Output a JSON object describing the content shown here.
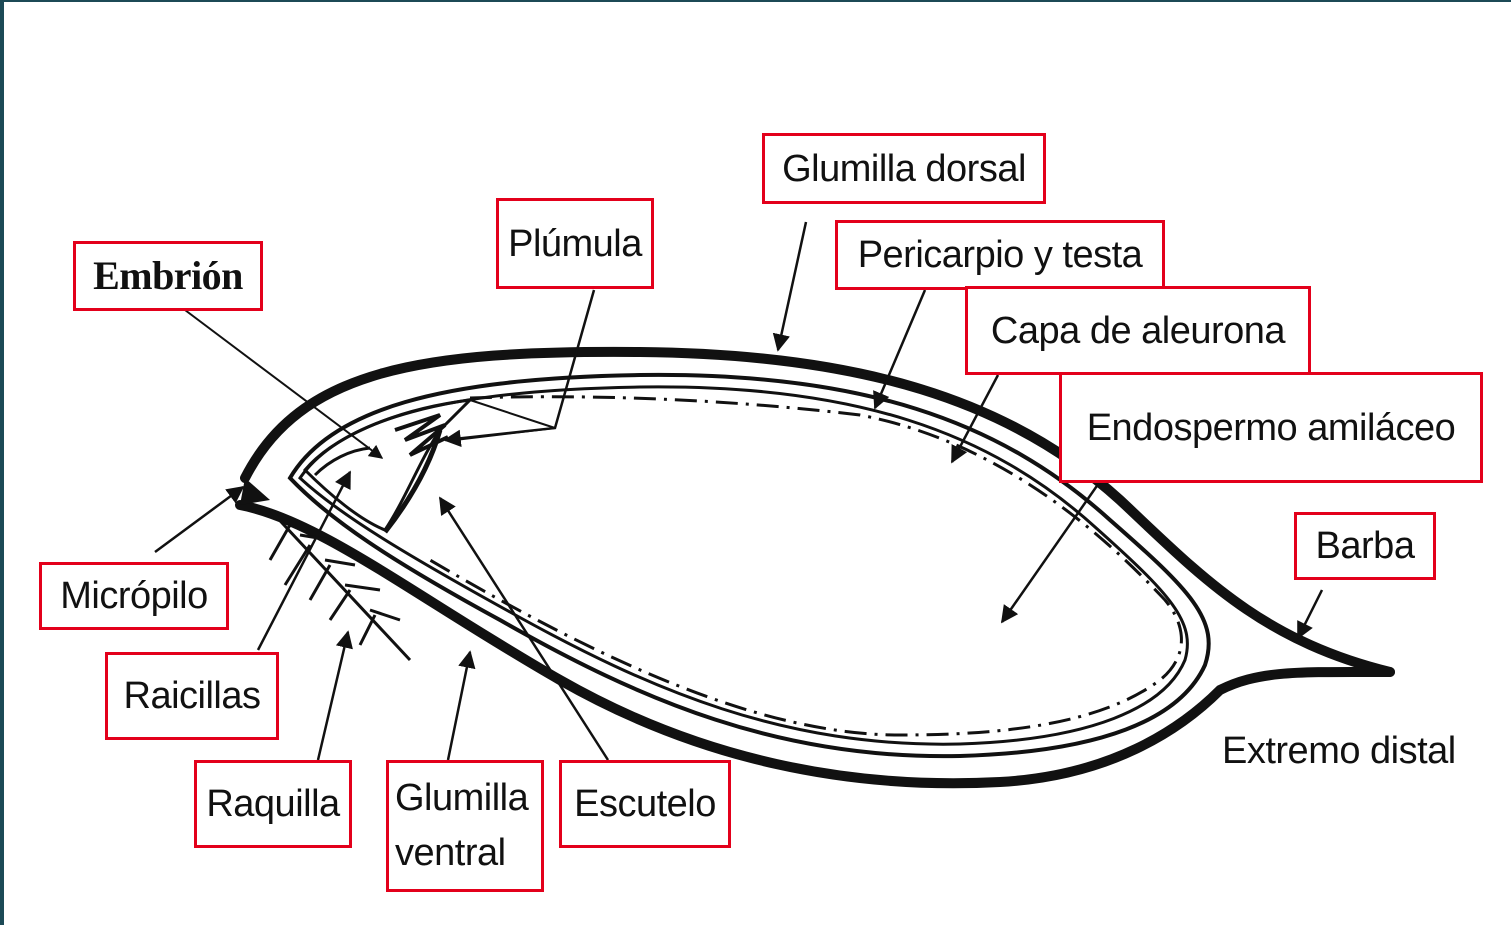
{
  "labels": {
    "embrion": "Embrión",
    "plumula": "Plúmula",
    "glumilla_dorsal": "Glumilla dorsal",
    "pericarpio_testa": "Pericarpio y testa",
    "capa_aleurona": "Capa de aleurona",
    "endospermo": "Endospermo amiláceo",
    "barba": "Barba",
    "micropilo": "Micrópilo",
    "raicillas": "Raicillas",
    "raquilla": "Raquilla",
    "glumilla_ventral_1": "Glumilla",
    "glumilla_ventral_2": "ventral",
    "escutelo": "Escutelo",
    "extremo_distal": "Extremo distal"
  },
  "colors": {
    "label_border": "#e3001b",
    "ink": "#111111",
    "frame": "#1c4a56"
  }
}
